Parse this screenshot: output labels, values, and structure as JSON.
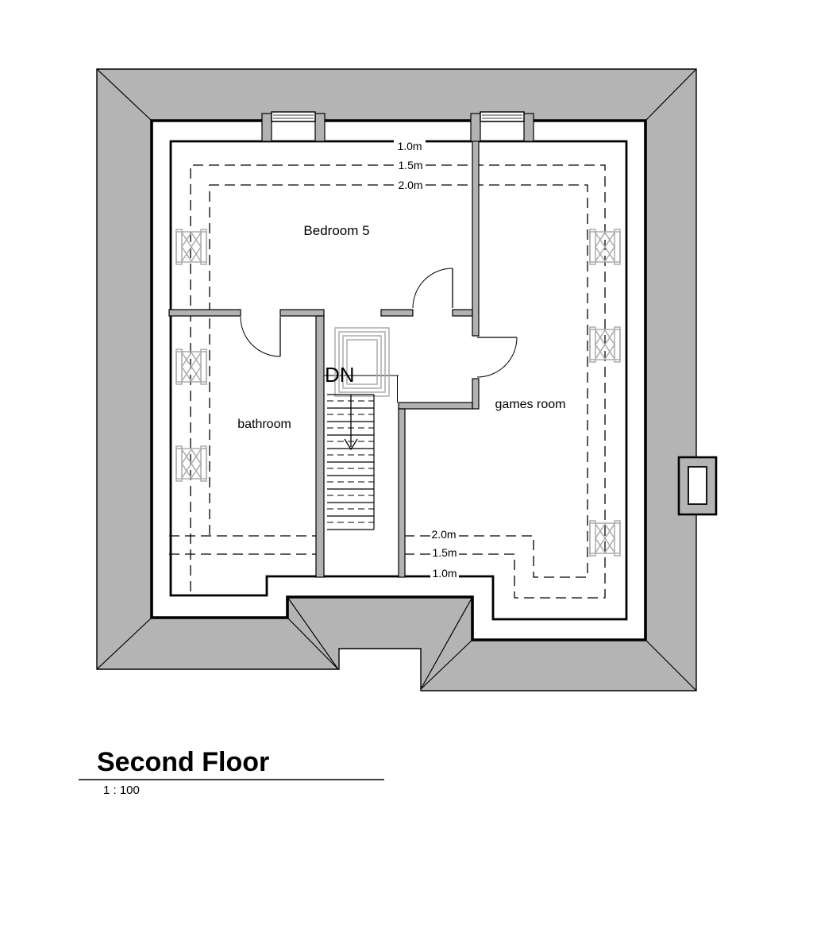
{
  "drawing": {
    "title": "Second Floor",
    "scale": "1 : 100",
    "rooms": {
      "bedroom": "Bedroom 5",
      "bathroom": "bathroom",
      "games": "games room"
    },
    "stairs": {
      "direction": "DN"
    },
    "headroom_top": {
      "h1": "1.0m",
      "h2": "1.5m",
      "h3": "2.0m"
    },
    "headroom_bottom": {
      "h1": "2.0m",
      "h2": "1.5m",
      "h3": "1.0m"
    },
    "colors": {
      "roof": "#b4b4b4",
      "wall": "#b2b2b2",
      "symbol": "#ababab",
      "line": "#000000"
    }
  }
}
